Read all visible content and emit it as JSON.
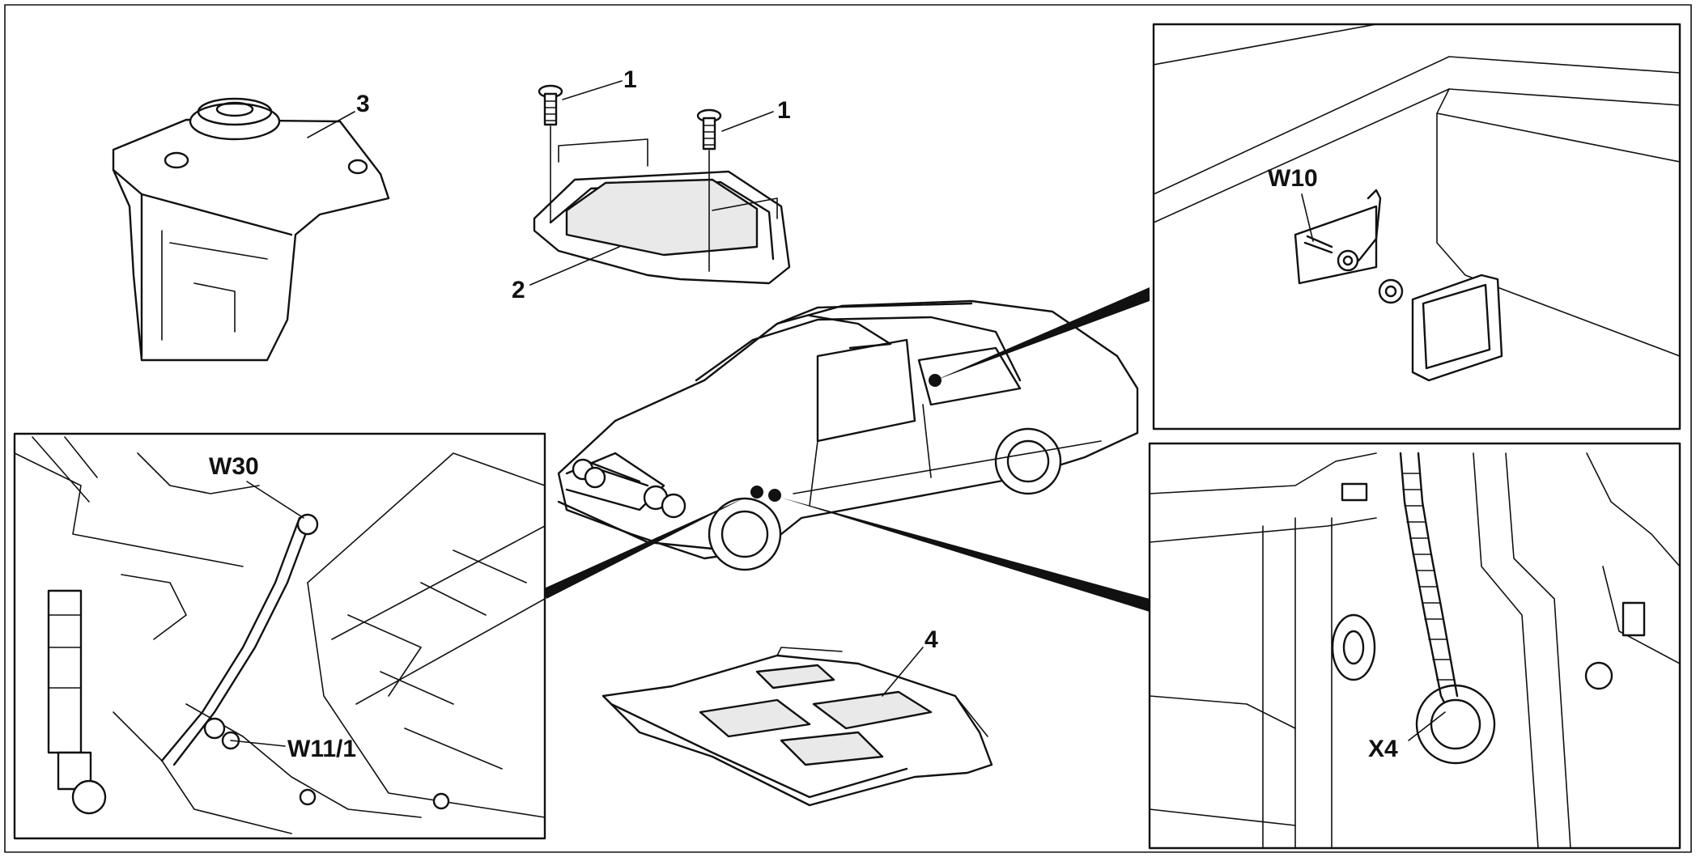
{
  "labels": {
    "part_1a": "1",
    "part_1b": "1",
    "part_2": "2",
    "part_3": "3",
    "part_4": "4",
    "w10": "W10",
    "w30": "W30",
    "w11_1": "W11/1",
    "x4": "X4"
  },
  "colors": {
    "ink": "#111111",
    "paper": "#ffffff"
  }
}
